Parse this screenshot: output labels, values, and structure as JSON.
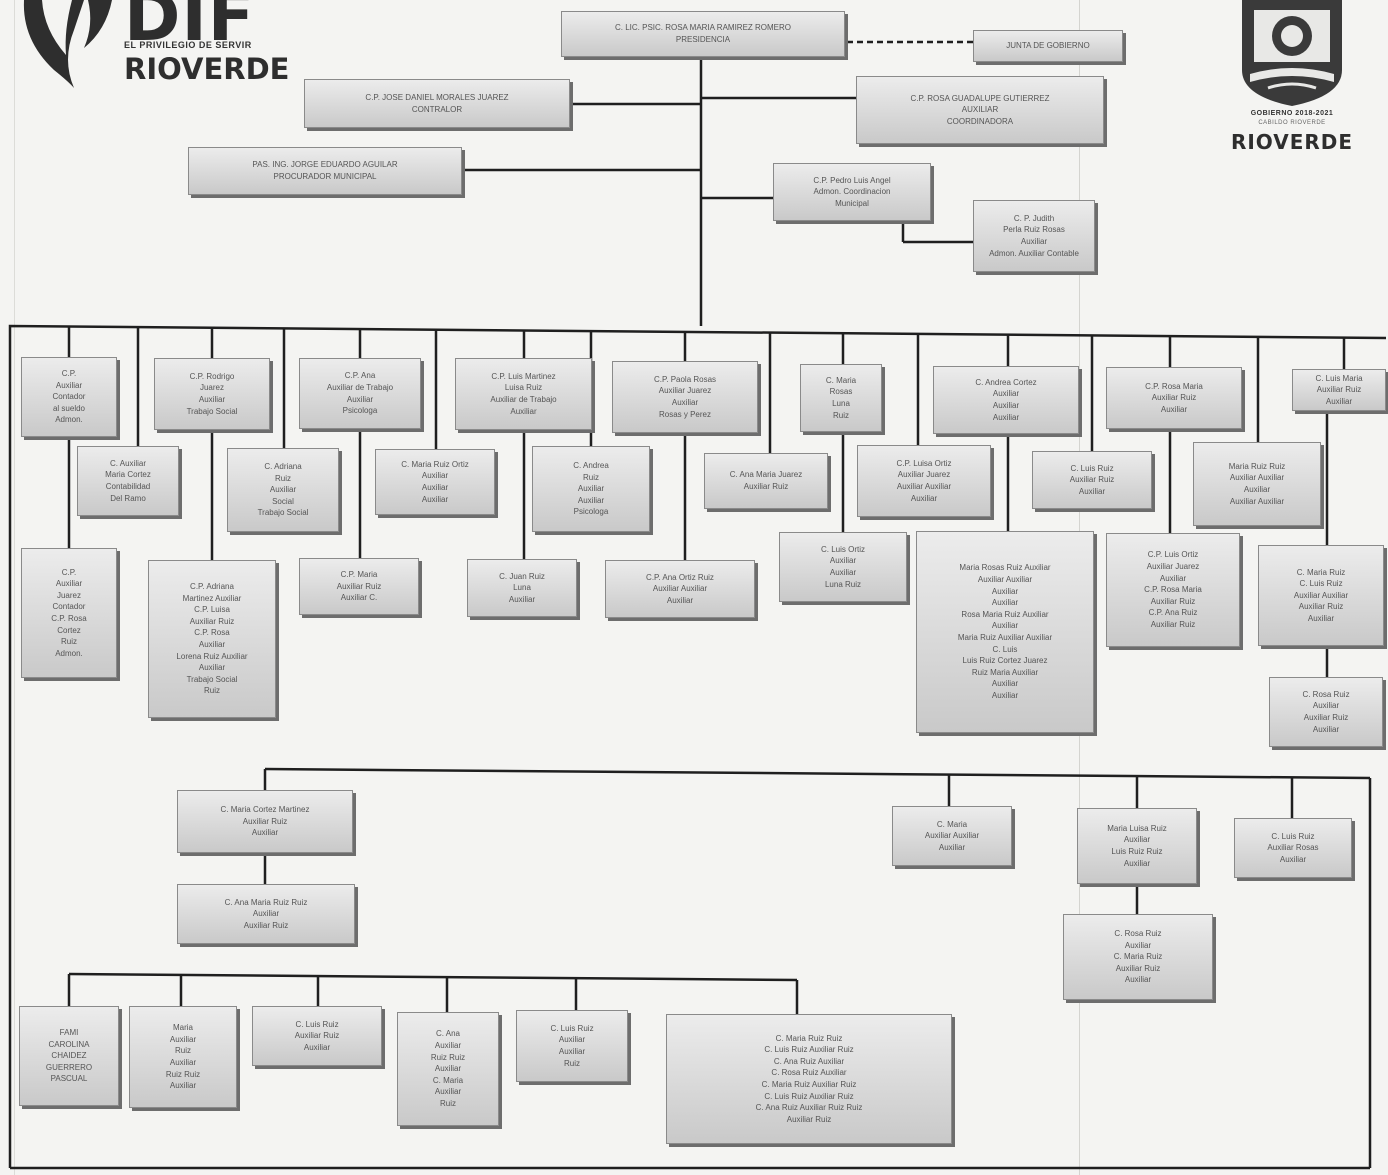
{
  "logos": {
    "dif": {
      "brand": "DIF",
      "slogan": "EL PRIVILEGIO DE SERVIR",
      "city": "RIOVERDE"
    },
    "government": {
      "years": "GOBIERNO 2018-2021",
      "subtitle": "CABILDO RIOVERDE",
      "city": "RIOVERDE"
    }
  },
  "colors": {
    "box_top": "#ececec",
    "box_bottom": "#c9c9c9",
    "box_shadow": "#6d6d6d",
    "line": "#1f1f1f",
    "text": "#555555",
    "logo": "#2e2e2e"
  },
  "org": {
    "presidencia": "C. LIC. PSIC. ROSA MARIA RAMIREZ ROMERO\nPRESIDENCIA",
    "junta": "JUNTA DE GOBIERNO",
    "contralor": "C.P. JOSE DANIEL MORALES JUAREZ\nCONTRALOR",
    "auxiliar_coordinadora": "C.P. ROSA GUADALUPE GUTIERREZ\nAUXILIAR\nCOORDINADORA",
    "procuraduria": "PAS. ING. JORGE EDUARDO AGUILAR\nPROCURADOR MUNICIPAL",
    "coordinacion": "C.P. Pedro Luis Angel\nAdmon. Coordinacion\nMunicipal",
    "asistente": "C. P. Judith\nPerla Ruiz Rosas\nAuxiliar\nAdmon. Auxiliar Contable",
    "dept_1": "C.P.\nAuxiliar\nContador\nal sueldo\nAdmon.",
    "dept_1_sub_a": "C. Auxiliar\nMaria Cortez\nContabilidad\nDel Ramo",
    "dept_1_sub_b": "C.P.\nAuxiliar\nJuarez\nContador\nC.P. Rosa\nCortez\nRuiz\nAdmon.",
    "dept_2": "C.P. Rodrigo\nJuarez\nAuxiliar\nTrabajo Social",
    "dept_2_sub_a": "C. Adriana\nRuiz\nAuxiliar\nSocial\nTrabajo Social",
    "dept_2_sub_b": "C.P. Adriana\nMartinez Auxiliar\nC.P. Luisa\nAuxiliar Ruiz\nC.P. Rosa\nAuxiliar\nLorena Ruiz Auxiliar\nAuxiliar\nTrabajo Social\nRuiz",
    "dept_3": "C.P. Ana\nAuxiliar de Trabajo\nAuxiliar\nPsicologa",
    "dept_3_sub_a": "C. Maria Ruiz Ortiz\nAuxiliar\nAuxiliar\nAuxiliar",
    "dept_3_sub_b": "C.P. Maria\nAuxiliar Ruiz\nAuxiliar C.",
    "dept_4": "C.P. Luis Martinez\nLuisa Ruiz\nAuxiliar de Trabajo\nAuxiliar",
    "dept_4_sub_a": "C. Andrea\nRuiz\nAuxiliar\nAuxiliar\nPsicologa",
    "dept_4_sub_b": "C. Juan Ruiz\nLuna\nAuxiliar",
    "dept_5": "C.P. Paola Rosas\nAuxiliar Juarez\nAuxiliar\nRosas y Perez",
    "dept_5_sub_a": "C.P. Ana Ortiz Ruiz\nAuxiliar Auxiliar\nAuxiliar",
    "dept_6": "C. Maria\nRosas\nLuna\nRuiz",
    "dept_6_sub_a": "C. Ana Maria Juarez\nAuxiliar Ruiz",
    "dept_6_sub_b": "C. Luis Ortiz\nAuxiliar\nAuxiliar\nLuna Ruiz",
    "dept_7": "C. Andrea Cortez\nAuxiliar\nAuxiliar\nAuxiliar",
    "dept_7_sub_a": "C.P. Luisa Ortiz\nAuxiliar Juarez\nAuxiliar Auxiliar\nAuxiliar",
    "dept_7_sub_b": "C. Luis Ruiz\nAuxiliar Ruiz\nAuxiliar",
    "dept_7_sub_c": "Maria Rosas Ruiz Auxiliar\nAuxiliar Auxiliar\nAuxiliar\nAuxiliar\nRosa Maria Ruiz Auxiliar\nAuxiliar\nMaria Ruiz Auxiliar Auxiliar\nC. Luis\nLuis Ruiz Cortez Juarez\nRuiz Maria Auxiliar\nAuxiliar\nAuxiliar",
    "dept_8": "C.P. Rosa Maria\nAuxiliar Ruiz\nAuxiliar",
    "dept_8_sub_a": "Maria Ruiz Ruiz\nAuxiliar Auxiliar\nAuxiliar\nAuxiliar Auxiliar",
    "dept_8_sub_b": "C.P. Luis Ortiz\nAuxiliar Juarez\nAuxiliar\nC.P. Rosa Maria\nAuxiliar Ruiz\nC.P. Ana Ruiz\nAuxiliar Ruiz",
    "dept_9": "C. Luis Maria\nAuxiliar Ruiz\nAuxiliar",
    "dept_9_sub_a": "C. Maria Ruiz\nC. Luis Ruiz\nAuxiliar Auxiliar\nAuxiliar Ruiz\nAuxiliar",
    "dept_9_sub_b": "C. Rosa Ruiz\nAuxiliar\nAuxiliar Ruiz\nAuxiliar",
    "lower_left": "C. Maria Cortez Martinez\nAuxiliar Ruiz\nAuxiliar",
    "lower_left_sub": "C. Ana Maria Ruiz Ruiz\nAuxiliar\nAuxiliar Ruiz",
    "lower_r1": "C. Maria\nAuxiliar Auxiliar\nAuxiliar",
    "lower_r2": "Maria Luisa Ruiz\nAuxiliar\nLuis Ruiz Ruiz\nAuxiliar",
    "lower_r2_sub": "C. Rosa Ruiz\nAuxiliar\nC. Maria Ruiz\nAuxiliar Ruiz\nAuxiliar",
    "lower_r3": "C. Luis Ruiz\nAuxiliar Rosas\nAuxiliar",
    "bottom_1": "FAMI\nCAROLINA\nCHAIDEZ\nGUERRERO\nPASCUAL",
    "bottom_2": "Maria\nAuxiliar\nRuiz\nAuxiliar\nRuiz Ruiz\nAuxiliar",
    "bottom_3": "C. Luis Ruiz\nAuxiliar Ruiz\nAuxiliar",
    "bottom_4": "C. Ana\nAuxiliar\nRuiz Ruiz\nAuxiliar\nC. Maria\nAuxiliar\nRuiz",
    "bottom_5": "C. Luis Ruiz\nAuxiliar\nAuxiliar\nRuiz",
    "bottom_6": "C. Maria Ruiz Ruiz\nC. Luis Ruiz Auxiliar Ruiz\nC. Ana Ruiz Auxiliar\nC. Rosa Ruiz Auxiliar\nC. Maria Ruiz Auxiliar Ruiz\nC. Luis Ruiz Auxiliar Ruiz\nC. Ana Ruiz Auxiliar Ruiz Ruiz\nAuxiliar Ruiz"
  }
}
